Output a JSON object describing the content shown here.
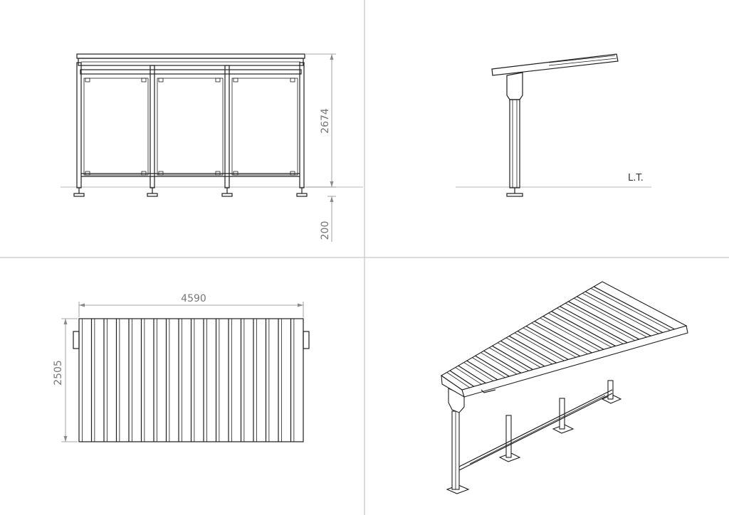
{
  "drawing": {
    "views": {
      "front": {
        "height_dim": "2674",
        "foundation_dim": "200"
      },
      "side": {
        "ground_label": "L.T."
      },
      "top": {
        "length_dim": "4590",
        "width_dim": "2505"
      },
      "isometric": {}
    }
  },
  "colors": {
    "line": "#1e1e1e",
    "dimension": "#8a8a8a",
    "divider": "#b8b8b8",
    "background": "#ffffff"
  }
}
